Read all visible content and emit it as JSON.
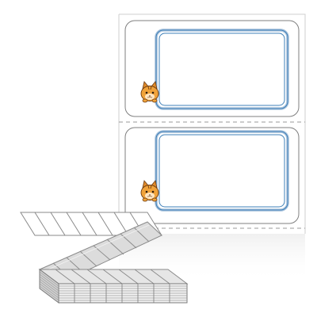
{
  "product": {
    "kind": "fanfold-label-sheet-illustration",
    "sheet": {
      "label_count": 2,
      "separator": "perforation-dashed-line",
      "frame_colors": {
        "outer": "#9fb9d6",
        "inner": "#3f80b8"
      },
      "mascot_icon": "cat-face-icon"
    },
    "stack": {
      "style": "fanfold",
      "color": "#8a8a8a"
    }
  }
}
